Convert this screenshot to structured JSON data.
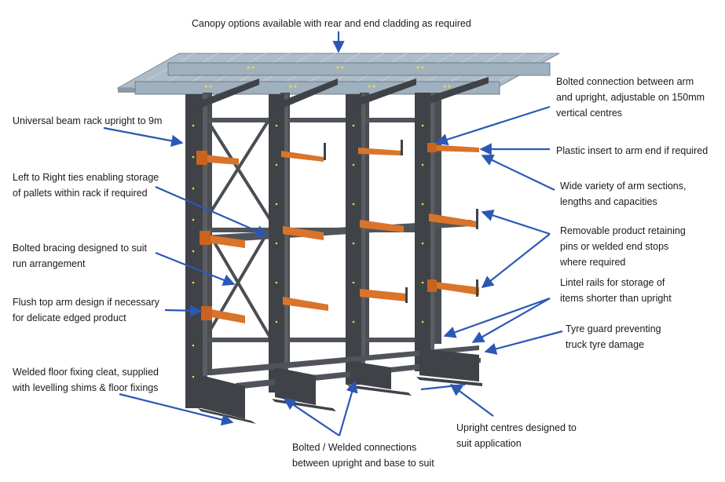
{
  "annotations": {
    "canopy": "Canopy options available with rear and end cladding as required",
    "upright": "Universal beam rack upright to 9m",
    "ties": [
      "Left to Right ties enabling storage",
      "of pallets within rack if required"
    ],
    "bracing": [
      "Bolted bracing designed to suit",
      "run arrangement"
    ],
    "flush_arm": [
      "Flush top arm design if necessary",
      "for delicate edged product"
    ],
    "floor_cleat": [
      "Welded floor fixing cleat, supplied",
      "with levelling shims & floor fixings"
    ],
    "bolted_welded": [
      "Bolted / Welded connections",
      "between upright and base to suit"
    ],
    "upright_centres": [
      "Upright centres designed to",
      "suit application"
    ],
    "tyre_guard": [
      "Tyre guard preventing",
      "truck tyre damage"
    ],
    "lintel": [
      "Lintel rails for storage of",
      "items shorter than upright"
    ],
    "retaining_pins": [
      "Removable product retaining",
      "pins or welded end stops",
      "where required"
    ],
    "arm_sections": [
      "Wide variety of arm sections,",
      "lengths and capacities"
    ],
    "plastic_insert": "Plastic insert to arm end if required",
    "arm_connection": [
      "Bolted connection between arm",
      "and upright, adjustable on 150mm",
      "vertical centres"
    ]
  },
  "colors": {
    "steel": "#3f4246",
    "steel_light": "#5a5e63",
    "arm": "#d9742a",
    "arm_dark": "#a65419",
    "canopy": "#a9b6c4",
    "beam": "#8fa0b0",
    "leader": "#2b58b5",
    "text": "#1a1a1a"
  }
}
